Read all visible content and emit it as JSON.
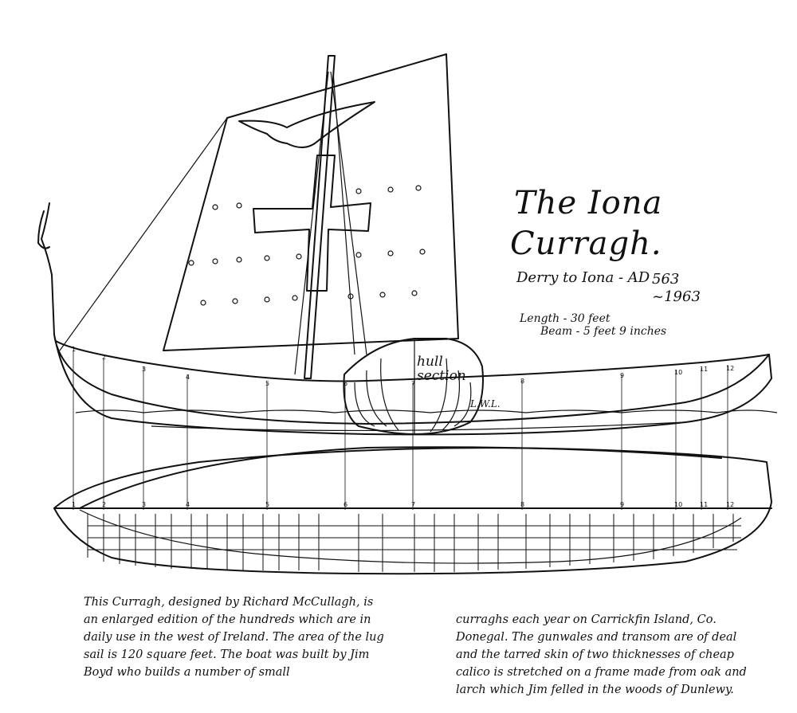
{
  "title": {
    "line1": "The Iona",
    "line2": "Curragh.",
    "route": "Derry to Iona - AD",
    "year1": "563",
    "year2": "~1963",
    "length": "Length - 30 feet",
    "beam": "Beam - 5 feet 9 inches"
  },
  "labels": {
    "hull_section": "hull section",
    "lwl": "L.W.L."
  },
  "stations": [
    "1",
    "2",
    "3",
    "4",
    "5",
    "6",
    "7",
    "8",
    "9",
    "10",
    "11",
    "12"
  ],
  "caption": {
    "left": "This Curragh, designed by Richard McCullagh, is an enlarged edition of the hundreds which are in daily use in the west of Ireland. The area of the lug sail is 120 square feet. The boat was built by Jim Boyd who builds a number of small",
    "right": "curraghs each year on Carrickfin Island, Co. Donegal. The gunwales and transom are of deal and the tarred skin of two thicknesses of cheap calico is stretched on a frame made from oak and larch which Jim felled in the woods of Dunlewy."
  }
}
